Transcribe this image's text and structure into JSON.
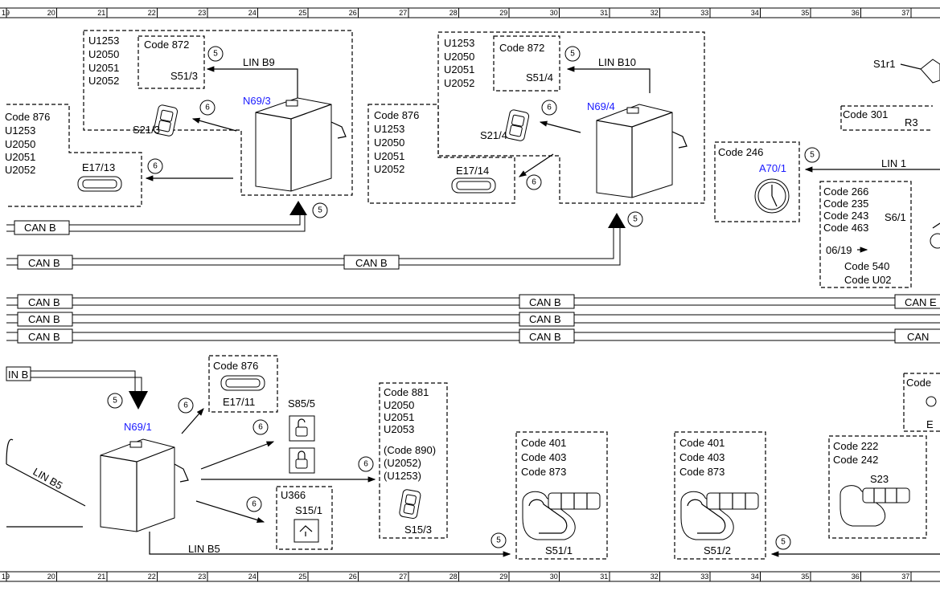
{
  "ruler": {
    "top": [
      "19",
      "20",
      "21",
      "22",
      "23",
      "24",
      "25",
      "26",
      "27",
      "28",
      "29",
      "30",
      "31",
      "32",
      "33",
      "34",
      "35",
      "36",
      "37"
    ],
    "bottom": [
      "19",
      "20",
      "21",
      "22",
      "23",
      "24",
      "25",
      "26",
      "27",
      "28",
      "29",
      "30",
      "31",
      "32",
      "33",
      "34",
      "35",
      "36",
      "37"
    ]
  },
  "buses": {
    "can_b": "CAN B",
    "can_b_cut": "CAN E",
    "can_cut": "CAN",
    "lin_b": "IN B",
    "lin_b9": "LIN B9",
    "lin_b10": "LIN B10",
    "lin_1": "LIN 1",
    "lin_b5": "LIN B5"
  },
  "markers": {
    "five": "5",
    "six": "6"
  },
  "groups": {
    "g1_codes": [
      "U1253",
      "U2050",
      "U2051",
      "U2052"
    ],
    "g1_code872": "Code 872",
    "g1_s51": "S51/3",
    "g1_s21": "S21/3",
    "g1_module": "N69/3",
    "g1_left_codes": [
      "Code 876",
      "U1253",
      "U2050",
      "U2051",
      "U2052"
    ],
    "g1_e17": "E17/13",
    "g2_codes": [
      "U1253",
      "U2050",
      "U2051",
      "U2052"
    ],
    "g2_code872": "Code 872",
    "g2_s51": "S51/4",
    "g2_s21": "S21/4",
    "g2_module": "N69/4",
    "g2_left_codes": [
      "Code 876",
      "U1253",
      "U2050",
      "U2051",
      "U2052"
    ],
    "g2_e17": "E17/14",
    "r_s1r1": "S1r1",
    "r_code301": "Code 301",
    "r_r3": "R3",
    "r_code246": "Code 246",
    "r_a70": "A70/1",
    "r_codes": [
      "Code 266",
      "Code 235",
      "Code 243",
      "Code 463"
    ],
    "r_s6": "S6/1",
    "r_date": "06/19",
    "r_code540": "Code 540",
    "r_codeu02": "Code U02",
    "b_module": "N69/1",
    "b_code876": "Code 876",
    "b_e17": "E17/11",
    "b_s85": "S85/5",
    "b_u366": "U366",
    "b_s15_1": "S15/1",
    "b_codes": [
      "Code 881",
      "U2050",
      "U2051",
      "U2053"
    ],
    "b_codes2": [
      "(Code 890)",
      "(U2052)",
      "(U1253)"
    ],
    "b_s15_3": "S15/3",
    "seat_codes": [
      "Code 401",
      "Code 403",
      "Code 873"
    ],
    "b_s51_1": "S51/1",
    "b_s51_2": "S51/2",
    "r2_codes": [
      "Code 222",
      "Code 242"
    ],
    "r2_s23": "S23",
    "r2_code_cut": "Code",
    "r2_e_cut": "E"
  }
}
